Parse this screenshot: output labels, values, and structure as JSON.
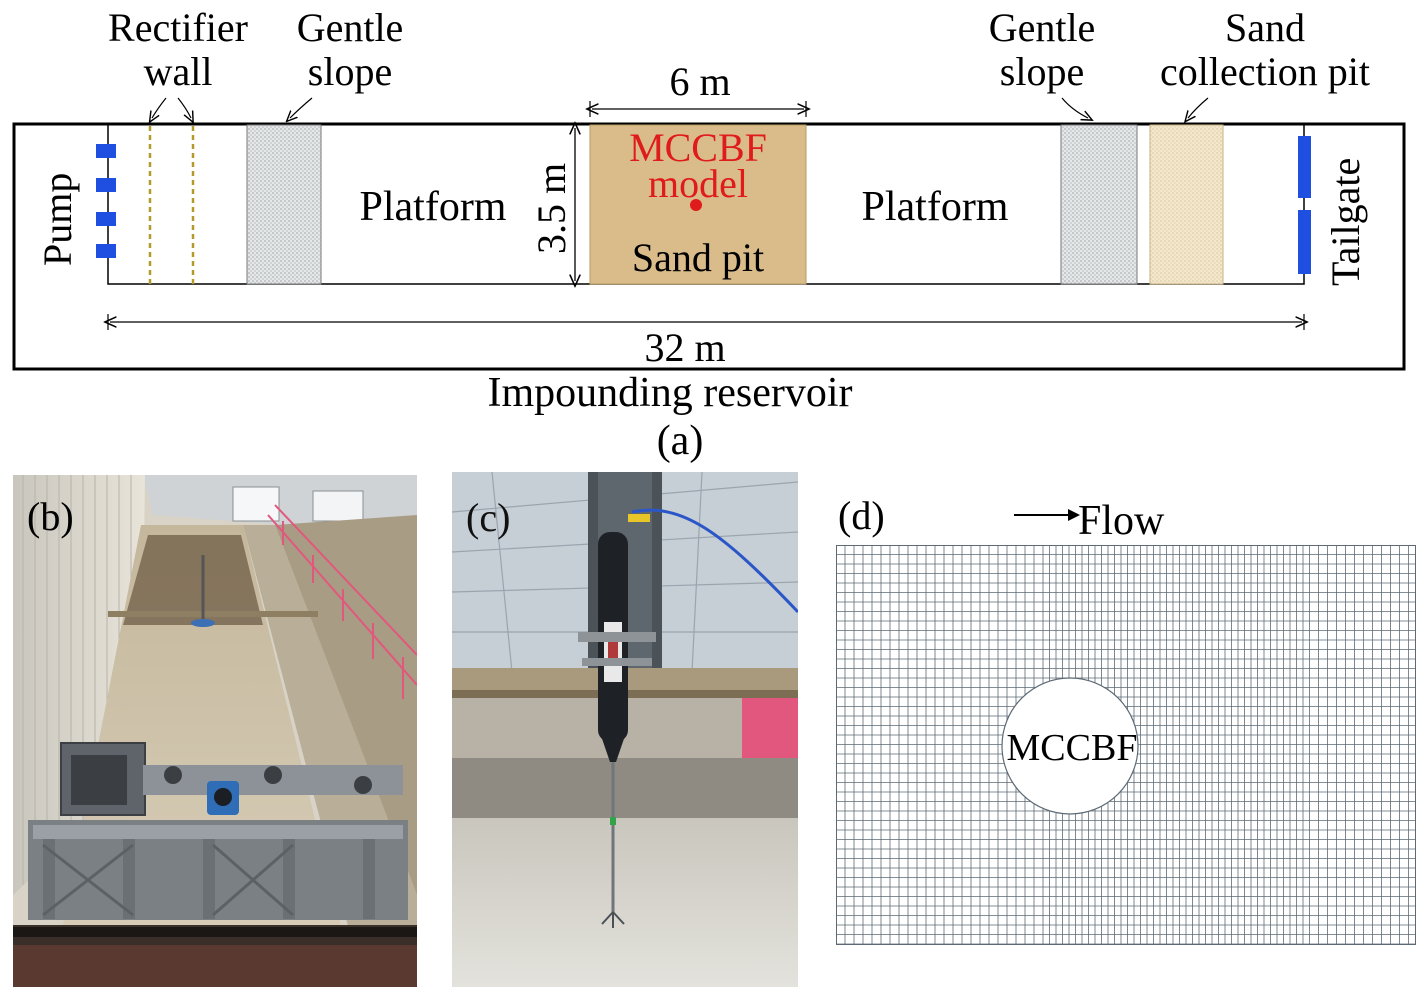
{
  "panel_a": {
    "rectifier_wall": [
      "Rectifier",
      "wall"
    ],
    "gentle_slope_left": [
      "Gentle",
      "slope"
    ],
    "gentle_slope_right": [
      "Gentle",
      "slope"
    ],
    "sand_collection_pit": [
      "Sand",
      "collection pit"
    ],
    "width_label": "6 m",
    "height_label": "3.5 m",
    "model_label": [
      "MCCBF",
      "model"
    ],
    "sand_pit": "Sand pit",
    "platform_left": "Platform",
    "platform_right": "Platform",
    "pump": "Pump",
    "tailgate": "Tailgate",
    "length_label": "32 m",
    "reservoir": "Impounding reservoir",
    "caption": "(a)",
    "colors": {
      "pump_tailgate": "#1f4fe0",
      "rectifier_line": "#b39a2a",
      "sand_pit_fill": "#d9bc8a",
      "collection_fill": "#f0e3c4",
      "slope_fill": "#d7dadc",
      "model_text": "#e01b1b"
    }
  },
  "panel_b": {
    "label": "(b)"
  },
  "panel_c": {
    "label": "(c)"
  },
  "panel_d": {
    "label": "(d)",
    "flow": "Flow",
    "cylinder": "MCCBF",
    "grid_color": "#5d6a75"
  }
}
